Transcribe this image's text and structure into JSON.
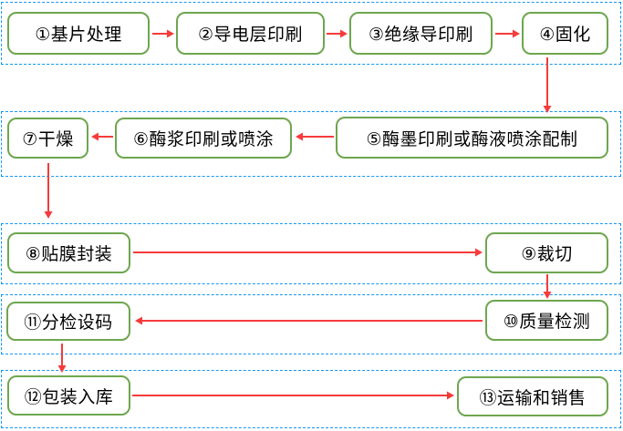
{
  "colors": {
    "background": "#ffffff",
    "lane_border": "#1496f0",
    "node_border": "#6ea64f",
    "arrow": "#f63b3b",
    "text": "#000000"
  },
  "flow": {
    "nodes": [
      {
        "id": 1,
        "label": "①基片处理"
      },
      {
        "id": 2,
        "label": "②导电层印刷"
      },
      {
        "id": 3,
        "label": "③绝缘导印刷"
      },
      {
        "id": 4,
        "label": "④固化"
      },
      {
        "id": 5,
        "label": "⑤酶墨印刷或酶液喷涂配制"
      },
      {
        "id": 6,
        "label": "⑥酶浆印刷或喷涂"
      },
      {
        "id": 7,
        "label": "⑦干燥"
      },
      {
        "id": 8,
        "label": "⑧贴膜封装"
      },
      {
        "id": 9,
        "label": "⑨裁切"
      },
      {
        "id": 10,
        "label": "⑩质量检测"
      },
      {
        "id": 11,
        "label": "⑪分检设码"
      },
      {
        "id": 12,
        "label": "⑫包装入库"
      },
      {
        "id": 13,
        "label": "⑬运输和销售"
      }
    ],
    "connections": [
      {
        "from": 1,
        "to": 2
      },
      {
        "from": 2,
        "to": 3
      },
      {
        "from": 3,
        "to": 4
      },
      {
        "from": 4,
        "to": 5
      },
      {
        "from": 5,
        "to": 6
      },
      {
        "from": 6,
        "to": 7
      },
      {
        "from": 7,
        "to": 8
      },
      {
        "from": 8,
        "to": 9
      },
      {
        "from": 9,
        "to": 10
      },
      {
        "from": 10,
        "to": 11
      },
      {
        "from": 11,
        "to": 12
      },
      {
        "from": 12,
        "to": 13
      }
    ]
  }
}
